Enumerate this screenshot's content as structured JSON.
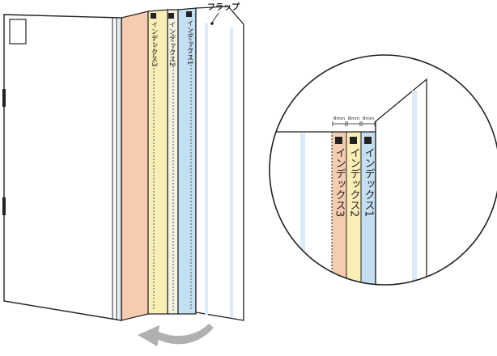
{
  "flap_label": "フラップ",
  "indexes": [
    {
      "label": "インデックス1",
      "color": "#c4dff2",
      "width_label": "8mm"
    },
    {
      "label": "インデックス2",
      "color": "#f9efb6",
      "width_label": "8mm"
    },
    {
      "label": "インデックス3",
      "color": "#f6ccb0",
      "width_label": "8mm"
    }
  ],
  "marker_glyph": "■",
  "colors": {
    "outline": "#222222",
    "cover": "#ffffff",
    "guide_stripe": "#dbeaf6",
    "arrow": "#b0b0b0"
  },
  "icons": {
    "fold_arrow": "curved-arrow-left-icon"
  }
}
